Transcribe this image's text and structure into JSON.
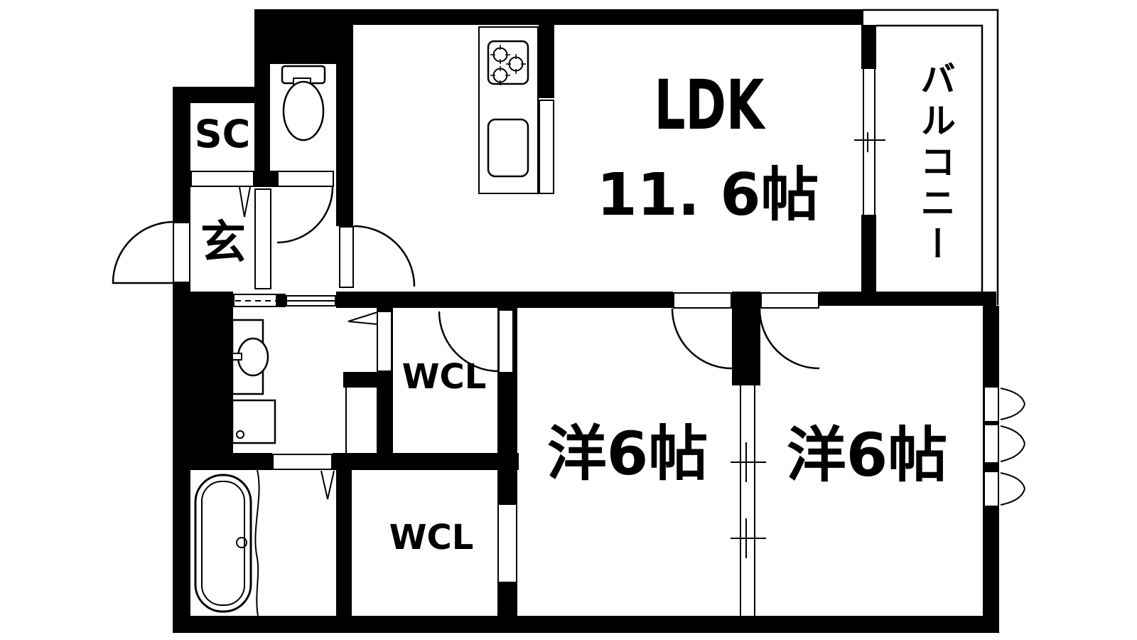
{
  "floorplan": {
    "type": "apartment-floor-plan",
    "rooms": {
      "ldk": {
        "name": "LDK",
        "size": "11. 6帖"
      },
      "balcony": {
        "name": "バルコニー"
      },
      "bedroom_left": {
        "name": "洋6帖"
      },
      "bedroom_right": {
        "name": "洋6帖"
      },
      "wcl_upper": {
        "name": "WCL"
      },
      "wcl_lower": {
        "name": "WCL"
      },
      "shoe_closet": {
        "name": "SC"
      },
      "entrance": {
        "name": "玄"
      }
    },
    "fixtures": [
      "toilet",
      "kitchen-stove-3-burners",
      "kitchen-sink",
      "washbasin",
      "washing-machine-pan",
      "bathtub",
      "entrance-swing-door",
      "hinged-doors",
      "sliding-doors",
      "folding-doors",
      "casement-windows",
      "balcony-sliding-window"
    ],
    "colors": {
      "wall": "#000000",
      "floor": "#ffffff",
      "line": "#000000"
    }
  }
}
